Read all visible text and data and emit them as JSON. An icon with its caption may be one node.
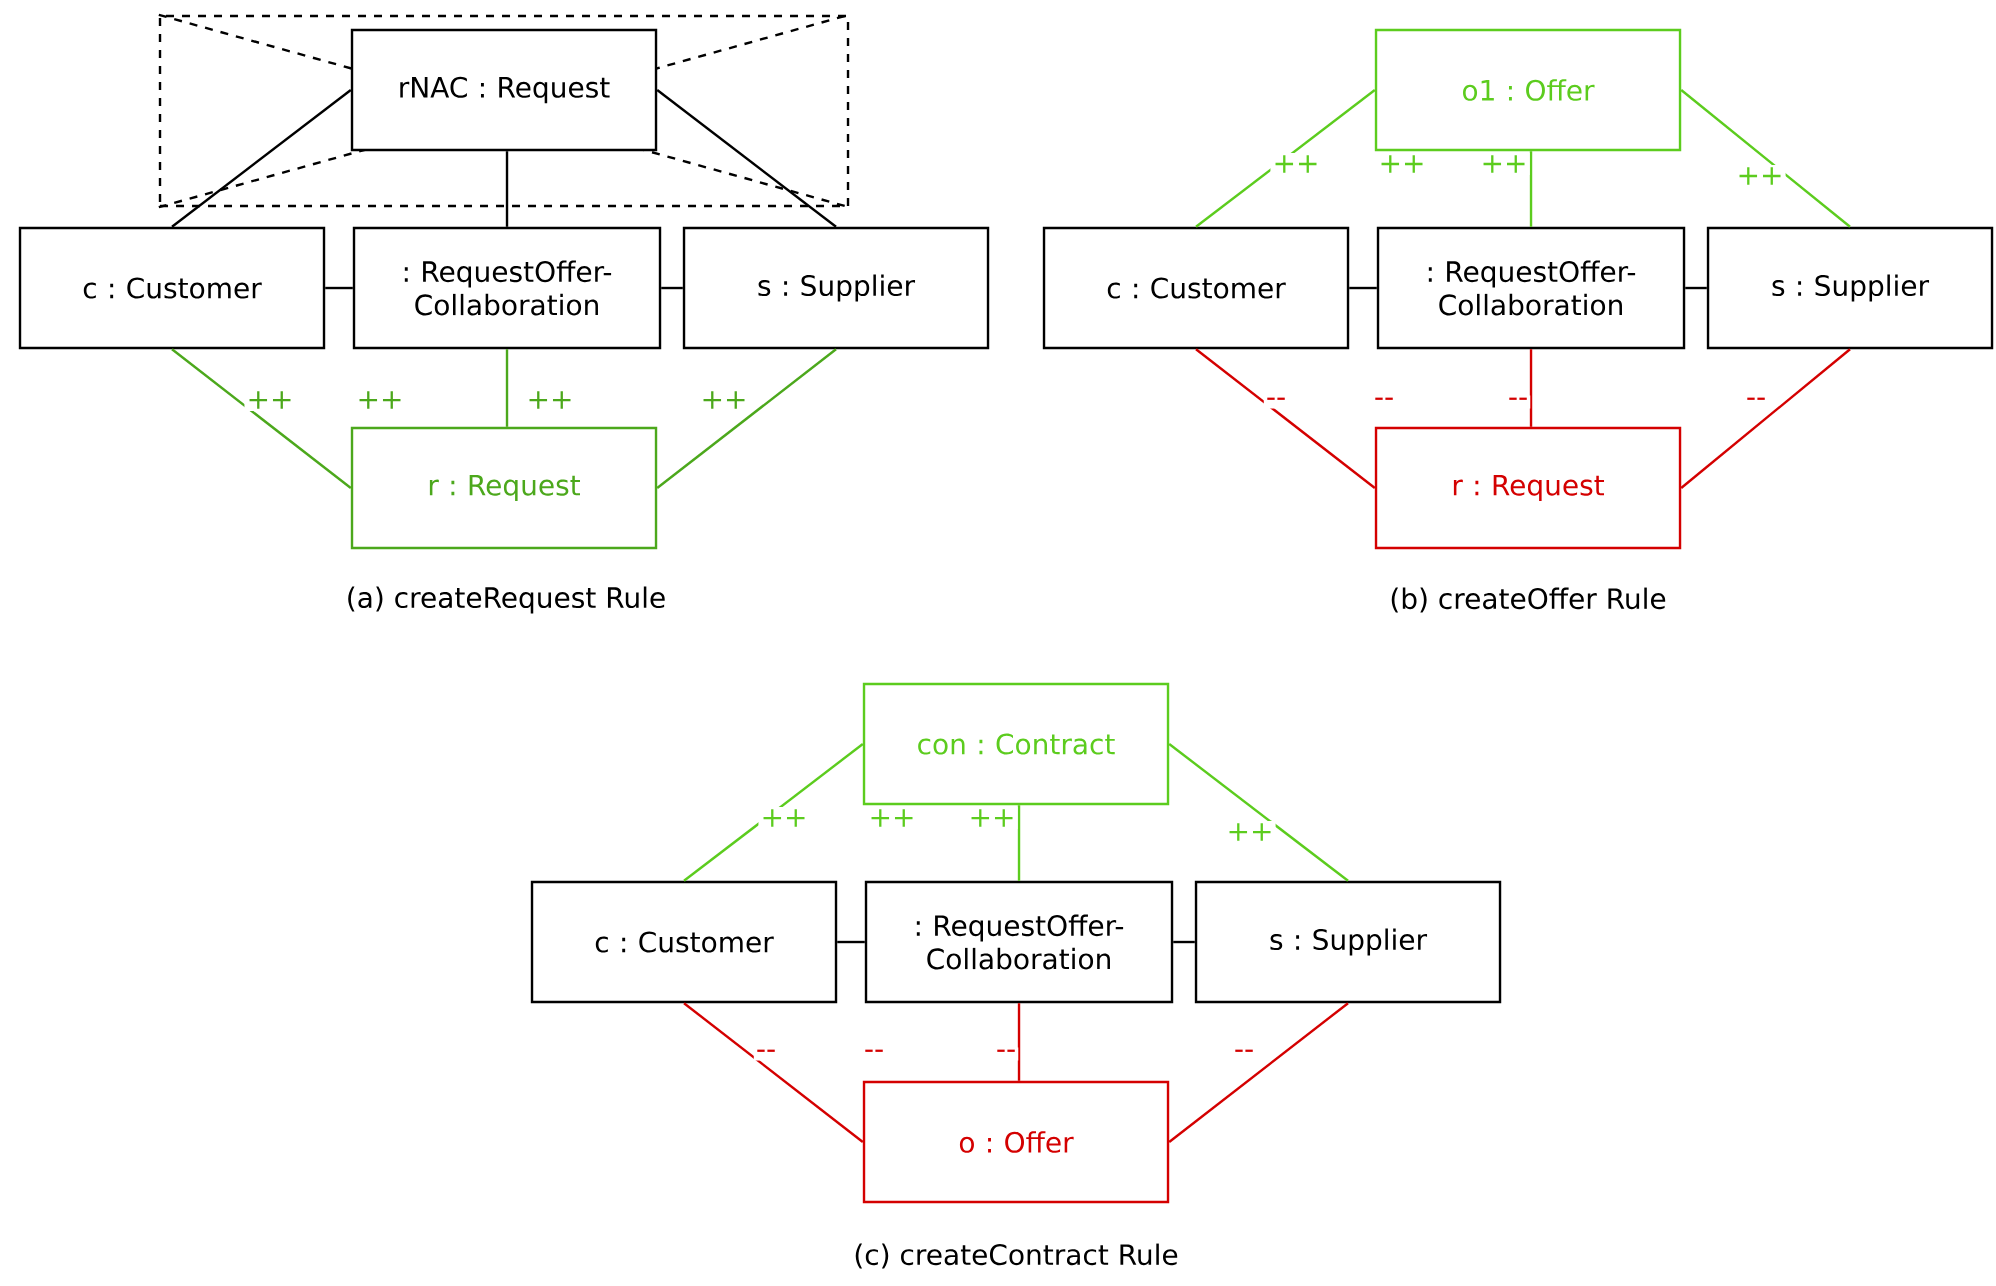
{
  "diagram": {
    "nodes": [
      {
        "text": [],
        "shape": "box"
      },
      {
        "text": [
          "rNAC : Request"
        ],
        "in": 0
      },
      {
        "text": [
          "c : Customer"
        ]
      },
      {
        "text": [
          ": RequestOffer- Collaboration"
        ]
      },
      {
        "text": [
          "s : Supplier"
        ]
      },
      {
        "text": [
          "r : Request"
        ],
        "beside": [
          "++"
        ]
      },
      {
        "text": [
          "o1 : Offer"
        ],
        "beside": [
          "++"
        ]
      },
      {
        "text": [
          "c : Customer"
        ]
      },
      {
        "text": [
          ": RequestOffer- Collaboration"
        ]
      },
      {
        "text": [
          "s : Supplier"
        ]
      },
      {
        "text": [
          "r : Request"
        ],
        "beside": [
          "--"
        ]
      },
      {
        "text": [
          "con : Contract"
        ],
        "beside": [
          "++"
        ]
      },
      {
        "text": [
          "c : Customer"
        ]
      },
      {
        "text": [
          ": RequestOffer- Collaboration"
        ]
      },
      {
        "text": [
          "s : Supplier"
        ]
      },
      {
        "text": [
          "o : Offer"
        ],
        "beside": [
          "--"
        ]
      }
    ],
    "edges": [
      {
        "from": 2,
        "to": 1,
        "arrow": "none"
      },
      {
        "from": 3,
        "to": 1,
        "arrow": "none"
      },
      {
        "from": 4,
        "to": 1,
        "arrow": "none"
      },
      {
        "from": 2,
        "to": 3,
        "arrow": "none"
      },
      {
        "from": 3,
        "to": 4,
        "arrow": "none"
      },
      {
        "from": 2,
        "to": 5,
        "arrow": "none",
        "label": "++",
        "color": "#4ca81c"
      },
      {
        "from": 3,
        "to": 5,
        "arrow": "none",
        "label": "++",
        "color": "#4ca81c"
      },
      {
        "from": 4,
        "to": 5,
        "arrow": "none",
        "label": "++",
        "color": "#4ca81c"
      },
      {
        "from": 7,
        "to": 8,
        "arrow": "none"
      },
      {
        "from": 8,
        "to": 9,
        "arrow": "none"
      },
      {
        "from": 7,
        "to": 6,
        "arrow": "none",
        "label": "++",
        "color": "#5ccc1e"
      },
      {
        "from": 8,
        "to": 6,
        "arrow": "none",
        "label": "++",
        "color": "#5ccc1e"
      },
      {
        "from": 9,
        "to": 6,
        "arrow": "none",
        "label": "++",
        "color": "#5ccc1e"
      },
      {
        "from": 7,
        "to": 10,
        "arrow": "none",
        "label": "--",
        "color": "#d40000"
      },
      {
        "from": 8,
        "to": 10,
        "arrow": "none",
        "label": "--",
        "color": "#d40000"
      },
      {
        "from": 9,
        "to": 10,
        "arrow": "none",
        "label": "--",
        "color": "#d40000"
      },
      {
        "from": 12,
        "to": 13,
        "arrow": "none"
      },
      {
        "from": 13,
        "to": 14,
        "arrow": "none"
      },
      {
        "from": 12,
        "to": 11,
        "arrow": "none",
        "label": "++",
        "color": "#5ccc1e"
      },
      {
        "from": 13,
        "to": 11,
        "arrow": "none",
        "label": "++",
        "color": "#5ccc1e"
      },
      {
        "from": 14,
        "to": 11,
        "arrow": "none",
        "label": "++",
        "color": "#5ccc1e"
      },
      {
        "from": 12,
        "to": 15,
        "arrow": "none",
        "label": "--",
        "color": "#d40000"
      },
      {
        "from": 13,
        "to": 15,
        "arrow": "none",
        "label": "--",
        "color": "#d40000"
      },
      {
        "from": 14,
        "to": 15,
        "arrow": "none",
        "label": "--",
        "color": "#d40000"
      }
    ],
    "labels": [
      "(a) createRequest Rule",
      "(b) createOffer Rule",
      "(c) createContract Rule"
    ]
  }
}
